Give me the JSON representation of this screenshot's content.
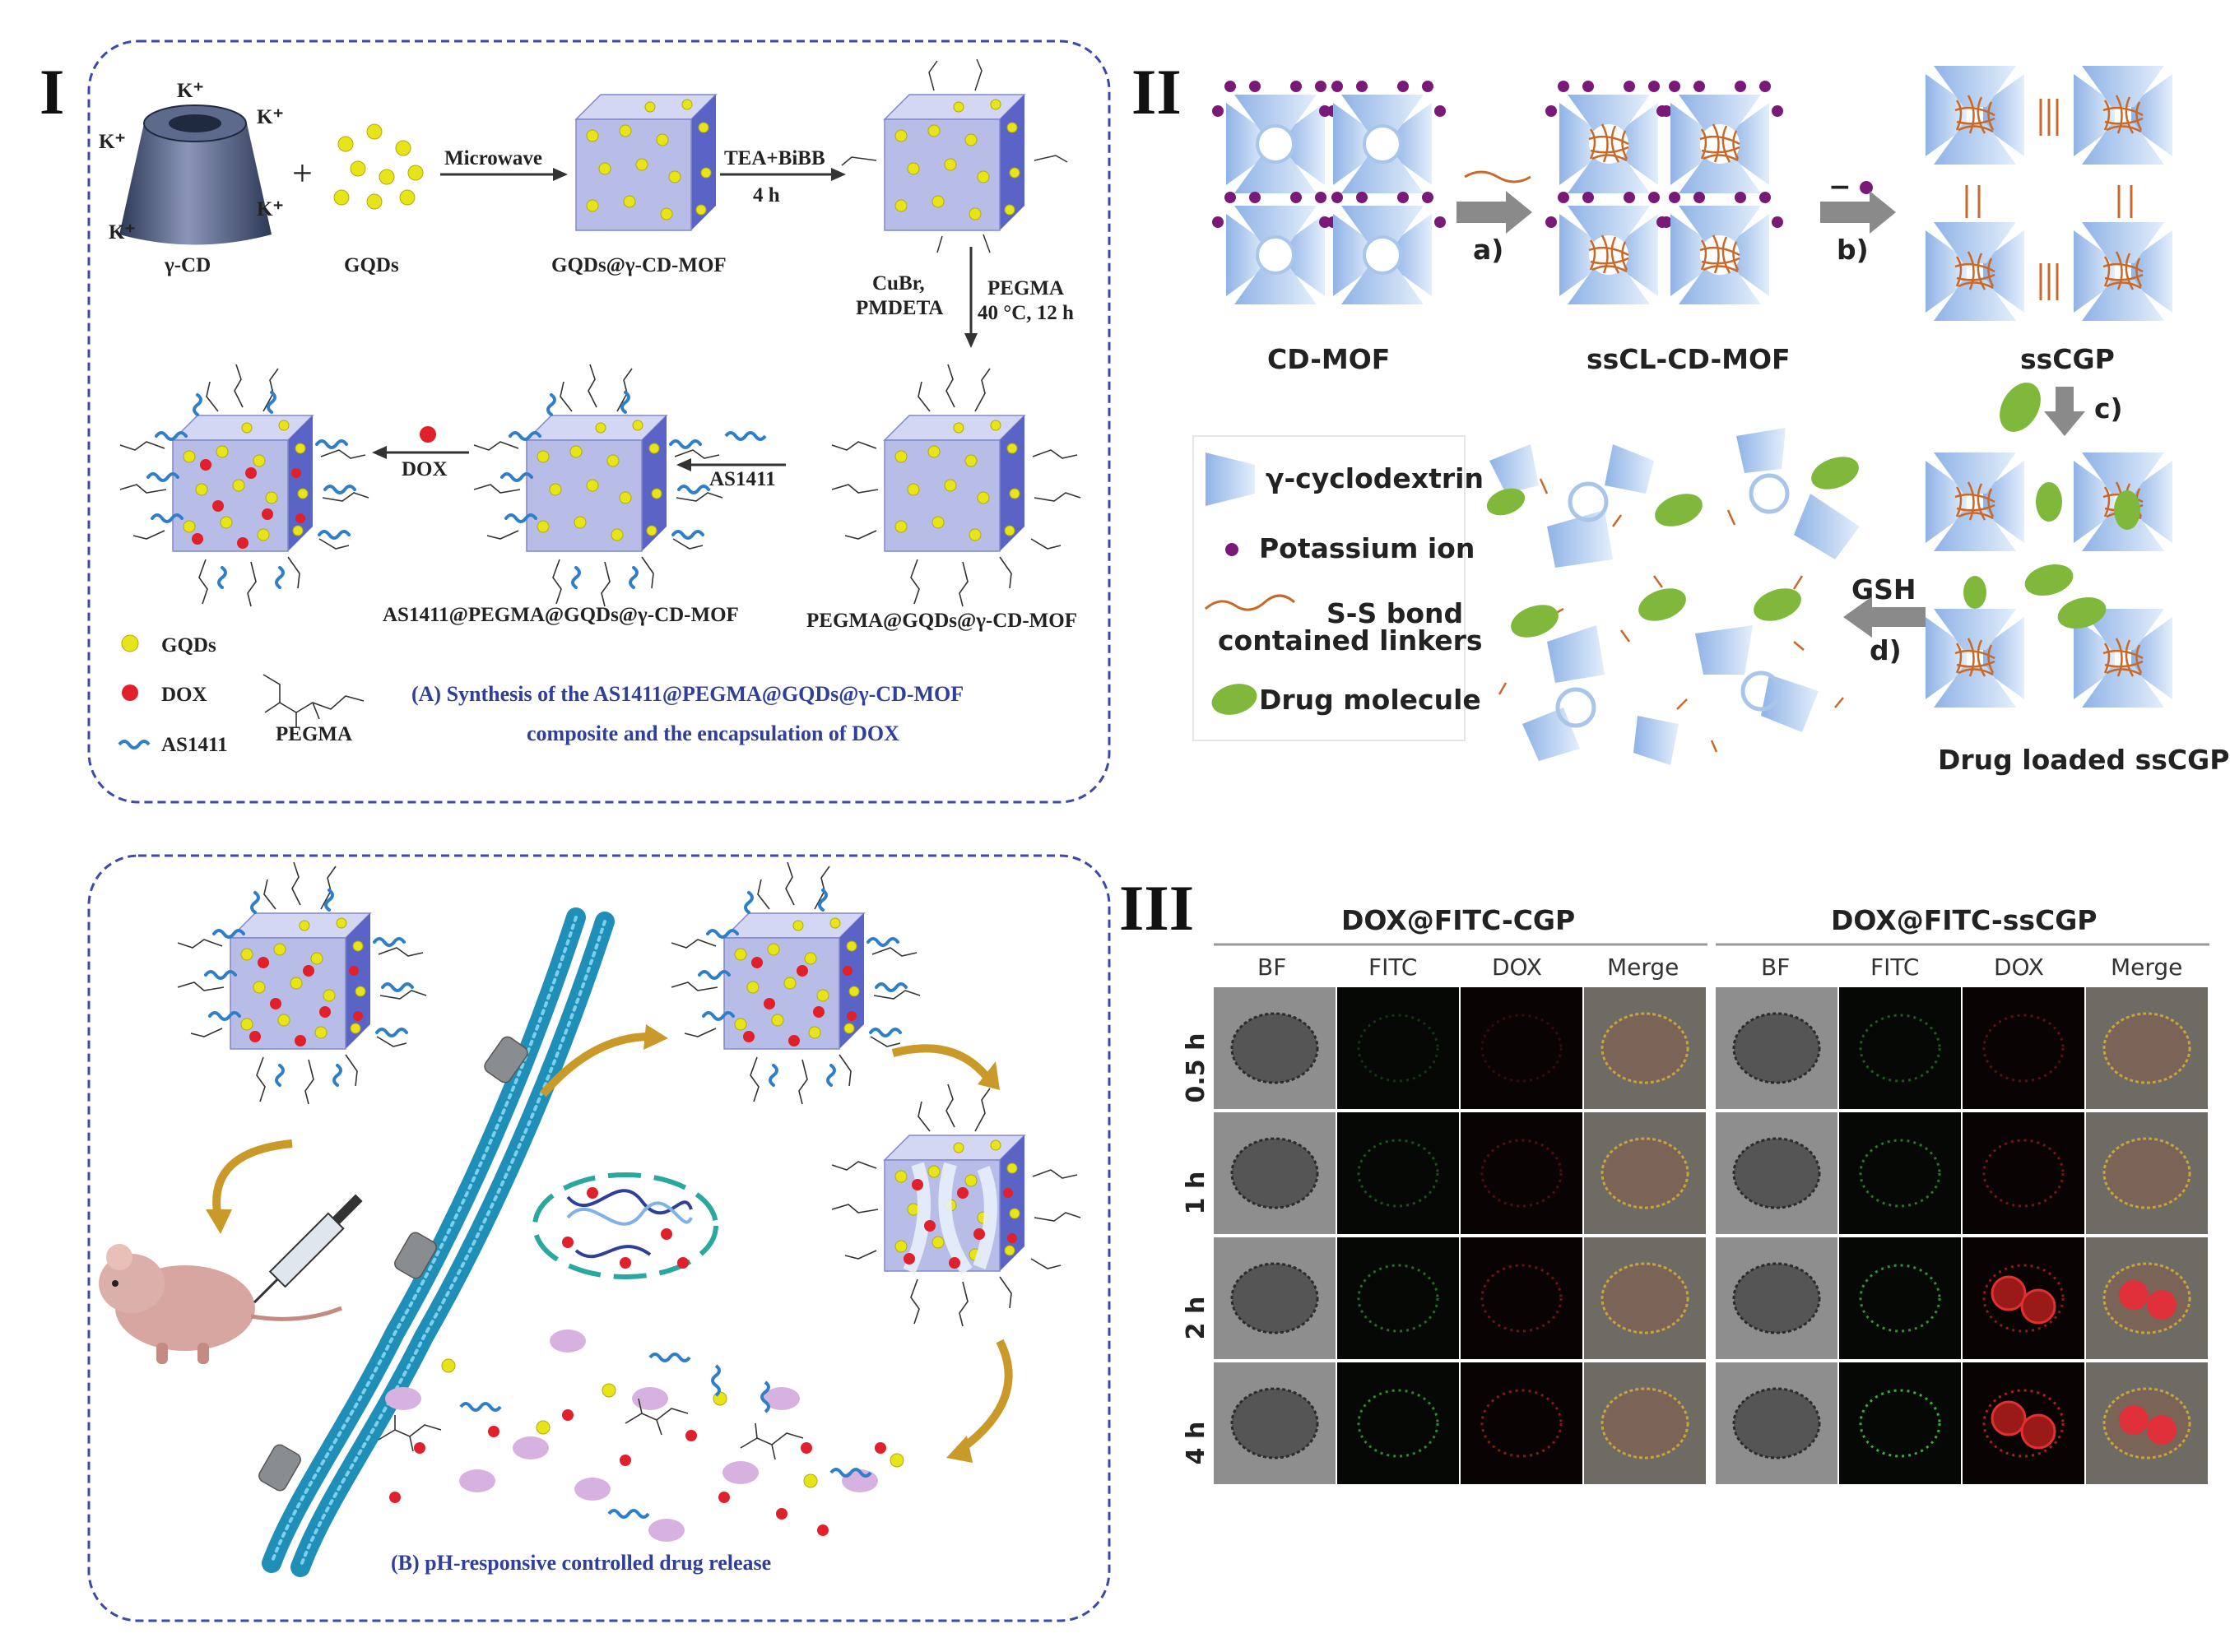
{
  "panel_I": {
    "label": "I",
    "reactants": {
      "cd": "γ-CD",
      "gqds": "GQDs",
      "plus": "+",
      "k_ion": "K⁺"
    },
    "steps": {
      "microwave": "Microwave",
      "tea_bibb": "TEA+BiBB",
      "time_4h": "4 h",
      "cubr": "CuBr,",
      "pmdeta": "PMDETA",
      "pegma": "PEGMA",
      "cond": "40 °C, 12 h",
      "as1411": "AS1411",
      "dox": "DOX"
    },
    "products": {
      "gqds_mof": "GQDs@γ-CD-MOF",
      "pegma_mof": "PEGMA@GQDs@γ-CD-MOF",
      "as_mof": "AS1411@PEGMA@GQDs@γ-CD-MOF"
    },
    "legend": {
      "gqds": "GQDs",
      "dox": "DOX",
      "as1411": "AS1411",
      "pegma": "PEGMA"
    },
    "caption_line1": "(A) Synthesis of the AS1411@PEGMA@GQDs@γ-CD-MOF",
    "caption_line2": "composite and the encapsulation of DOX"
  },
  "panel_B": {
    "caption": "(B) pH-responsive controlled drug release"
  },
  "panel_II": {
    "label": "II",
    "structures": {
      "cd_mof": "CD-MOF",
      "sscl": "ssCL-CD-MOF",
      "sscgp": "ssCGP",
      "loaded": "Drug loaded ssCGP"
    },
    "steps": {
      "a": "a)",
      "b": "b)",
      "c": "c)",
      "d": "d)",
      "gsh": "GSH",
      "minus": "−"
    },
    "legend": {
      "cyclodextrin": "γ-cyclodextrin",
      "potassium": "Potassium ion",
      "ss_line1": "S-S bond",
      "ss_line2": "contained linkers",
      "drug": "Drug molecule"
    }
  },
  "panel_III": {
    "label": "III",
    "group_left": "DOX@FITC-CGP",
    "group_right": "DOX@FITC-ssCGP",
    "columns": [
      "BF",
      "FITC",
      "DOX",
      "Merge",
      "BF",
      "FITC",
      "DOX",
      "Merge"
    ],
    "rows": [
      "0.5 h",
      "1 h",
      "2 h",
      "4 h"
    ]
  },
  "colors": {
    "border_blue": "#3b49a8",
    "caption_blue": "#2f3f9a",
    "cube_face": "#b8bde8",
    "cube_side": "#5a64c6",
    "gqd_yellow": "#e8e41a",
    "dox_red": "#e0202a",
    "aptamer_blue": "#2f7fc8",
    "cd_blue": "#a9c6ea",
    "potassium": "#7a1a78",
    "linker": "#c8692a",
    "drug_green": "#7fb83a"
  }
}
